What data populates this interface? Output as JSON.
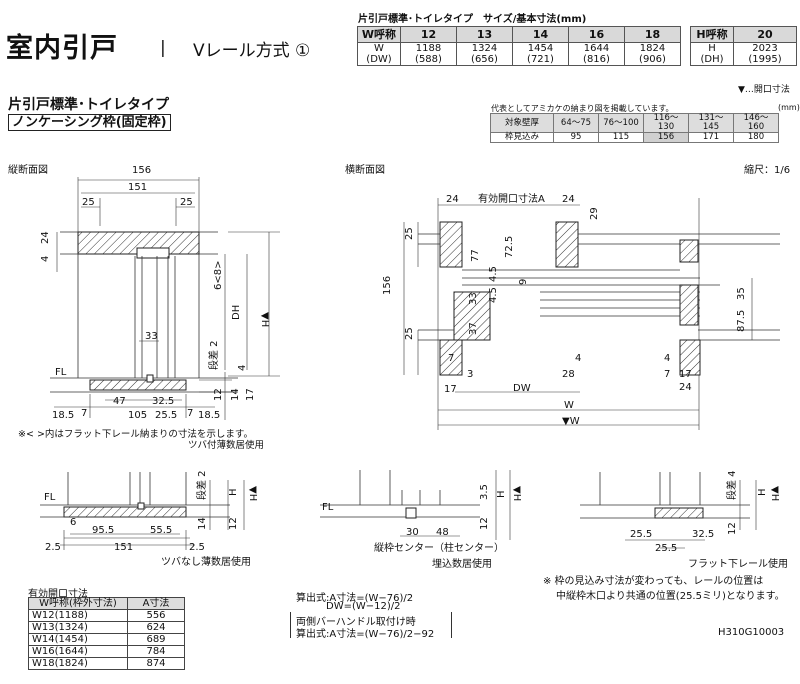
{
  "header": {
    "title": "室内引戸",
    "separator": "|",
    "subtitle": "Vレール方式 ①",
    "size_caption": "片引戸標準･トイレタイプ　サイズ/基本寸法(mm)"
  },
  "size_table": {
    "w_label": "W呼称",
    "w_codes": [
      "12",
      "13",
      "14",
      "16",
      "18"
    ],
    "w_row_label": "W",
    "w_values": [
      "1188",
      "1324",
      "1454",
      "1644",
      "1824"
    ],
    "dw_row_label": "(DW)",
    "dw_values": [
      "(588)",
      "(656)",
      "(721)",
      "(816)",
      "(906)"
    ],
    "h_label": "H呼称",
    "h_code": "20",
    "h_row_label": "H",
    "h_value": "2023",
    "dh_row_label": "(DH)",
    "dh_value": "(1995)"
  },
  "opening_note": "▼…開口寸法",
  "section": {
    "title": "片引戸標準･トイレタイプ",
    "frame_label": "ノンケーシング枠(固定枠)"
  },
  "wall_table": {
    "note": "代表としてアミカケの納まり図を掲載しています。",
    "unit": "(mm)",
    "row1_label": "対象壁厚",
    "ranges": [
      "64～75",
      "76～100",
      "116～130",
      "131～145",
      "146～160"
    ],
    "row2_label": "枠見込み",
    "depths": [
      "95",
      "115",
      "156",
      "171",
      "180"
    ]
  },
  "views": {
    "vertical": "縦断面図",
    "horizontal": "横断面図",
    "scale": "縮尺：1/6"
  },
  "vertical_dims": {
    "d156": "156",
    "d151": "151",
    "d25a": "25",
    "d25b": "25",
    "d4": "4",
    "d24": "24",
    "d33": "33",
    "d_frame": "6<8>",
    "dh": "DH",
    "h": "▼H",
    "step2": "段差 2",
    "d4b": "4",
    "d12": "12",
    "d14": "14",
    "d17": "17",
    "fl": "FL",
    "d18_5a": "18.5",
    "d7a": "7",
    "d47": "47",
    "d32_5": "32.5",
    "d105": "105",
    "d25_5": "25.5",
    "d7b": "7",
    "d18_5b": "18.5",
    "note": "※< >内はフラット下レール納まりの寸法を示します。",
    "caption": "ツバ付薄数居使用"
  },
  "horizontal_dims": {
    "d24a": "24",
    "opening": "有効開口寸法A",
    "d24b": "24",
    "d29": "29",
    "d25a": "25",
    "d77": "77",
    "d72_5": "72.5",
    "d4_5a": "4.5",
    "d9": "9",
    "d156": "156",
    "d33": "33",
    "d4_5b": "4.5",
    "d37": "37",
    "d25b": "25",
    "d35": "35",
    "d87_5": "87.5",
    "d7a": "7",
    "d3": "3",
    "d17a": "17",
    "d4a": "4",
    "d28": "28",
    "d4b": "4",
    "d7b": "7",
    "d17b": "17",
    "d24c": "24",
    "dw": "DW",
    "w": "W",
    "w_open": "▼W"
  },
  "detail1": {
    "fl": "FL",
    "d6": "6",
    "d95_5": "95.5",
    "d55_5": "55.5",
    "d2_5a": "2.5",
    "d151": "151",
    "d2_5b": "2.5",
    "step": "段差 2",
    "h": "H",
    "h2": "▼H",
    "d14": "14",
    "d12": "12",
    "caption": "ツバなし薄数居使用"
  },
  "detail2": {
    "fl": "FL",
    "d30": "30",
    "d48": "48",
    "d3_5": "3.5",
    "h": "H",
    "h2": "▼H",
    "d12": "12",
    "center": "縦枠センター（柱センター）",
    "caption": "埋込数居使用"
  },
  "detail3": {
    "step": "段差 4",
    "h": "H",
    "h2": "▼H",
    "d25_5a": "25.5",
    "d32_5": "32.5",
    "d25_5b": "25.5",
    "d12": "12",
    "caption": "フラット下レール使用",
    "note1": "※ 枠の見込み寸法が変わっても、レールの位置は",
    "note2": "中縦枠木口より共通の位置(25.5ミリ)となります。"
  },
  "bottom_table": {
    "caption": "有効開口寸法",
    "col1": "W呼称(枠外寸法)",
    "col2": "A寸法",
    "rows": [
      {
        "w": "W12(1188)",
        "a": "556"
      },
      {
        "w": "W13(1324)",
        "a": "624"
      },
      {
        "w": "W14(1454)",
        "a": "689"
      },
      {
        "w": "W16(1644)",
        "a": "784"
      },
      {
        "w": "W18(1824)",
        "a": "874"
      }
    ]
  },
  "formulas": {
    "line1": "算出式:A寸法=(W−76)/2",
    "line2": "DW=(W−12)/2",
    "line3": "両側バーハンドル取付け時",
    "line4": "算出式:A寸法=(W−76)/2−92"
  },
  "code": "H310G10003"
}
